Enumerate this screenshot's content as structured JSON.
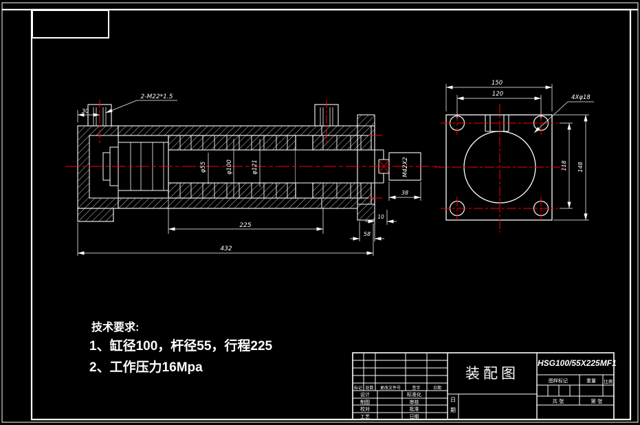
{
  "page": {
    "bg_color": "#000000",
    "line_color": "#ffffff",
    "centerline_color": "#ff0000"
  },
  "tech_requirements": {
    "title": "技术要求:",
    "items": [
      "1、缸径100，杆径55，行程225",
      "2、工作压力16Mpa"
    ]
  },
  "section_view": {
    "dims": {
      "port_thread": "2-M22*1.5",
      "port_offset": "30",
      "rod_diameter": "φ55",
      "bore_diameter": "φ100",
      "tube_outer_diameter": "φ121",
      "stroke_length": "225",
      "overall_length": "432",
      "rod_end_length": "38",
      "head_offset": "10",
      "head_width": "58",
      "rod_thread": "M42X2"
    }
  },
  "flange_view": {
    "dims": {
      "flange_width": "150",
      "bolt_spacing_h": "120",
      "bolt_holes": "4Xφ18",
      "bolt_spacing_v": "118",
      "flange_height": "148"
    }
  },
  "title_block": {
    "drawing_title": "装配图",
    "model": "HSG100/55X225MF1",
    "revision_header": [
      "标记",
      "处数",
      "更改文件号",
      "签字",
      "日期"
    ],
    "sign_left": [
      "设计",
      "制图",
      "校对",
      "工艺"
    ],
    "sign_right": [
      "标准化",
      "审核",
      "批准",
      "日期"
    ],
    "mark_label": "图样标记",
    "weight_label": "重量",
    "scale_label": "比例",
    "sheet_total": "共 张",
    "sheet_no": "第 张",
    "side_top": "日",
    "side_bottom": "期"
  }
}
